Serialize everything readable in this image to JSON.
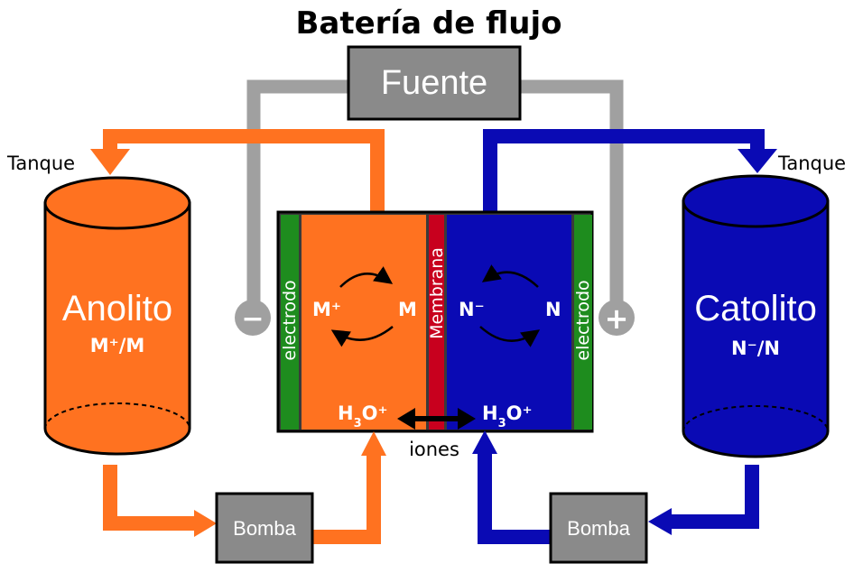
{
  "title": "Batería de flujo",
  "source_label": "Fuente",
  "left_tank": {
    "caption": "Tanque",
    "name": "Anolito",
    "species": "M⁺/M"
  },
  "right_tank": {
    "caption": "Tanque",
    "name": "Catolito",
    "species": "N⁻/N"
  },
  "cell": {
    "left_electrode": "electrodo",
    "right_electrode": "electrodo",
    "membrane": "Membrana",
    "left_oxidized": "M⁺",
    "left_reduced": "M",
    "right_reduced": "N⁻",
    "right_oxidized": "N",
    "left_ion": "H",
    "left_ion_sub": "3",
    "left_ion_end": "O⁺",
    "right_ion": "H",
    "right_ion_sub": "3",
    "right_ion_end": "O⁺",
    "ions_label": "iones"
  },
  "terminals": {
    "negative": "−",
    "positive": "+"
  },
  "pumps": {
    "left": "Bomba",
    "right": "Bomba"
  },
  "colors": {
    "anolyte": "#ff7220",
    "catholyte": "#0a0ab4",
    "wire": "#a0a0a0",
    "electrode": "#1e8c1e",
    "membrane": "#c8001e",
    "box": "#8a8a8a"
  }
}
